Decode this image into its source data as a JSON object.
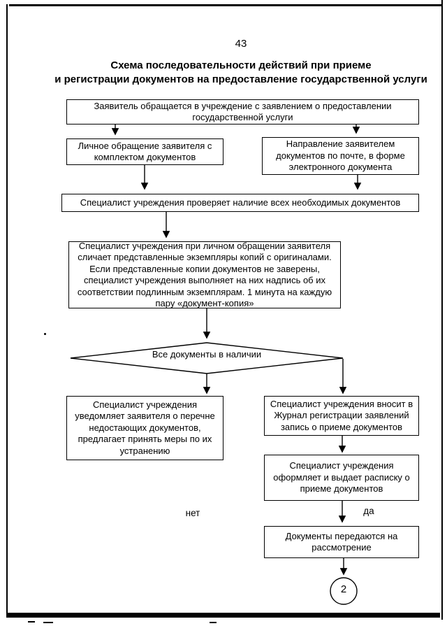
{
  "page": {
    "number": "43",
    "title_line1": "Схема последовательности действий при приеме",
    "title_line2": "и регистрации документов на предоставление государственной услуги"
  },
  "nodes": {
    "applicant": "Заявитель обращается в учреждение с заявлением о предоставлении государственной услуги",
    "personal": "Личное обращение заявителя с комплектом документов",
    "mail": "Направление заявителем документов по почте, в форме электронного документа",
    "check": "Специалист учреждения проверяет наличие всех необходимых документов",
    "compare": "Специалист учреждения при личном обращении заявителя сличает представленные экземпляры копий с оригиналами. Если представленные копии документов не заверены, специалист учреждения выполняет на них надпись об их соответствии подлинным экземплярам. 1 минута на каждую пару «документ-копия»",
    "decision": "Все документы в наличии",
    "notify": "Специалист учреждения уведомляет заявителя о перечне недостающих документов, предлагает принять меры по их устранению",
    "register": "Специалист учреждения вносит в Журнал регистрации заявлений запись о приеме документов",
    "receipt": "Специалист учреждения оформляет и выдает расписку о приеме документов",
    "transfer": "Документы передаются на рассмотрение",
    "connector_label": "2"
  },
  "branch_labels": {
    "no": "нет",
    "yes": "да"
  }
}
